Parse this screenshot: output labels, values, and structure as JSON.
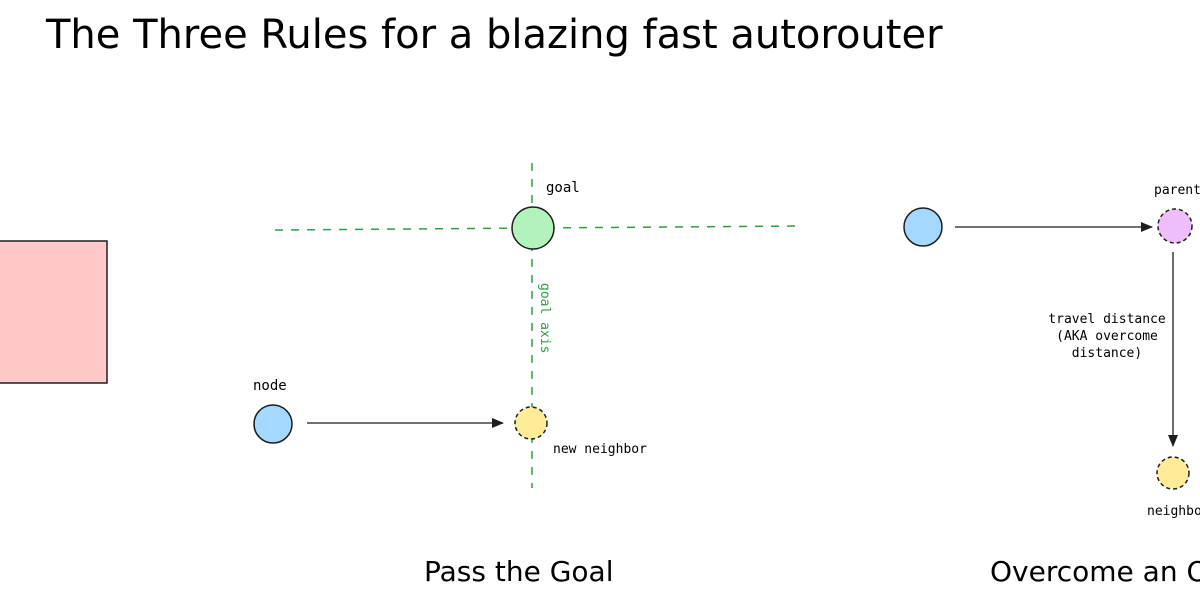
{
  "title": "The Three Rules for a blazing fast autorouter",
  "colors": {
    "obstacle": "#ffc9c9",
    "goal": "#b2f2bb",
    "node": "#a5d8ff",
    "neighbor": "#ffec99",
    "parent": "#eebefa",
    "goal_axis": "#2f9e44",
    "stroke": "#1e1e1e"
  },
  "pass_goal": {
    "goal_label": "goal",
    "goal_axis_label": "goal axis",
    "node_label": "node",
    "new_neighbor_label": "new neighbor",
    "caption": "Pass the Goal"
  },
  "overcome": {
    "parent_label": "parent",
    "travel_line1": "travel distance",
    "travel_line2": "(AKA overcome",
    "travel_line3": "distance)",
    "neighbor_label": "neighbor",
    "caption": "Overcome an O"
  }
}
